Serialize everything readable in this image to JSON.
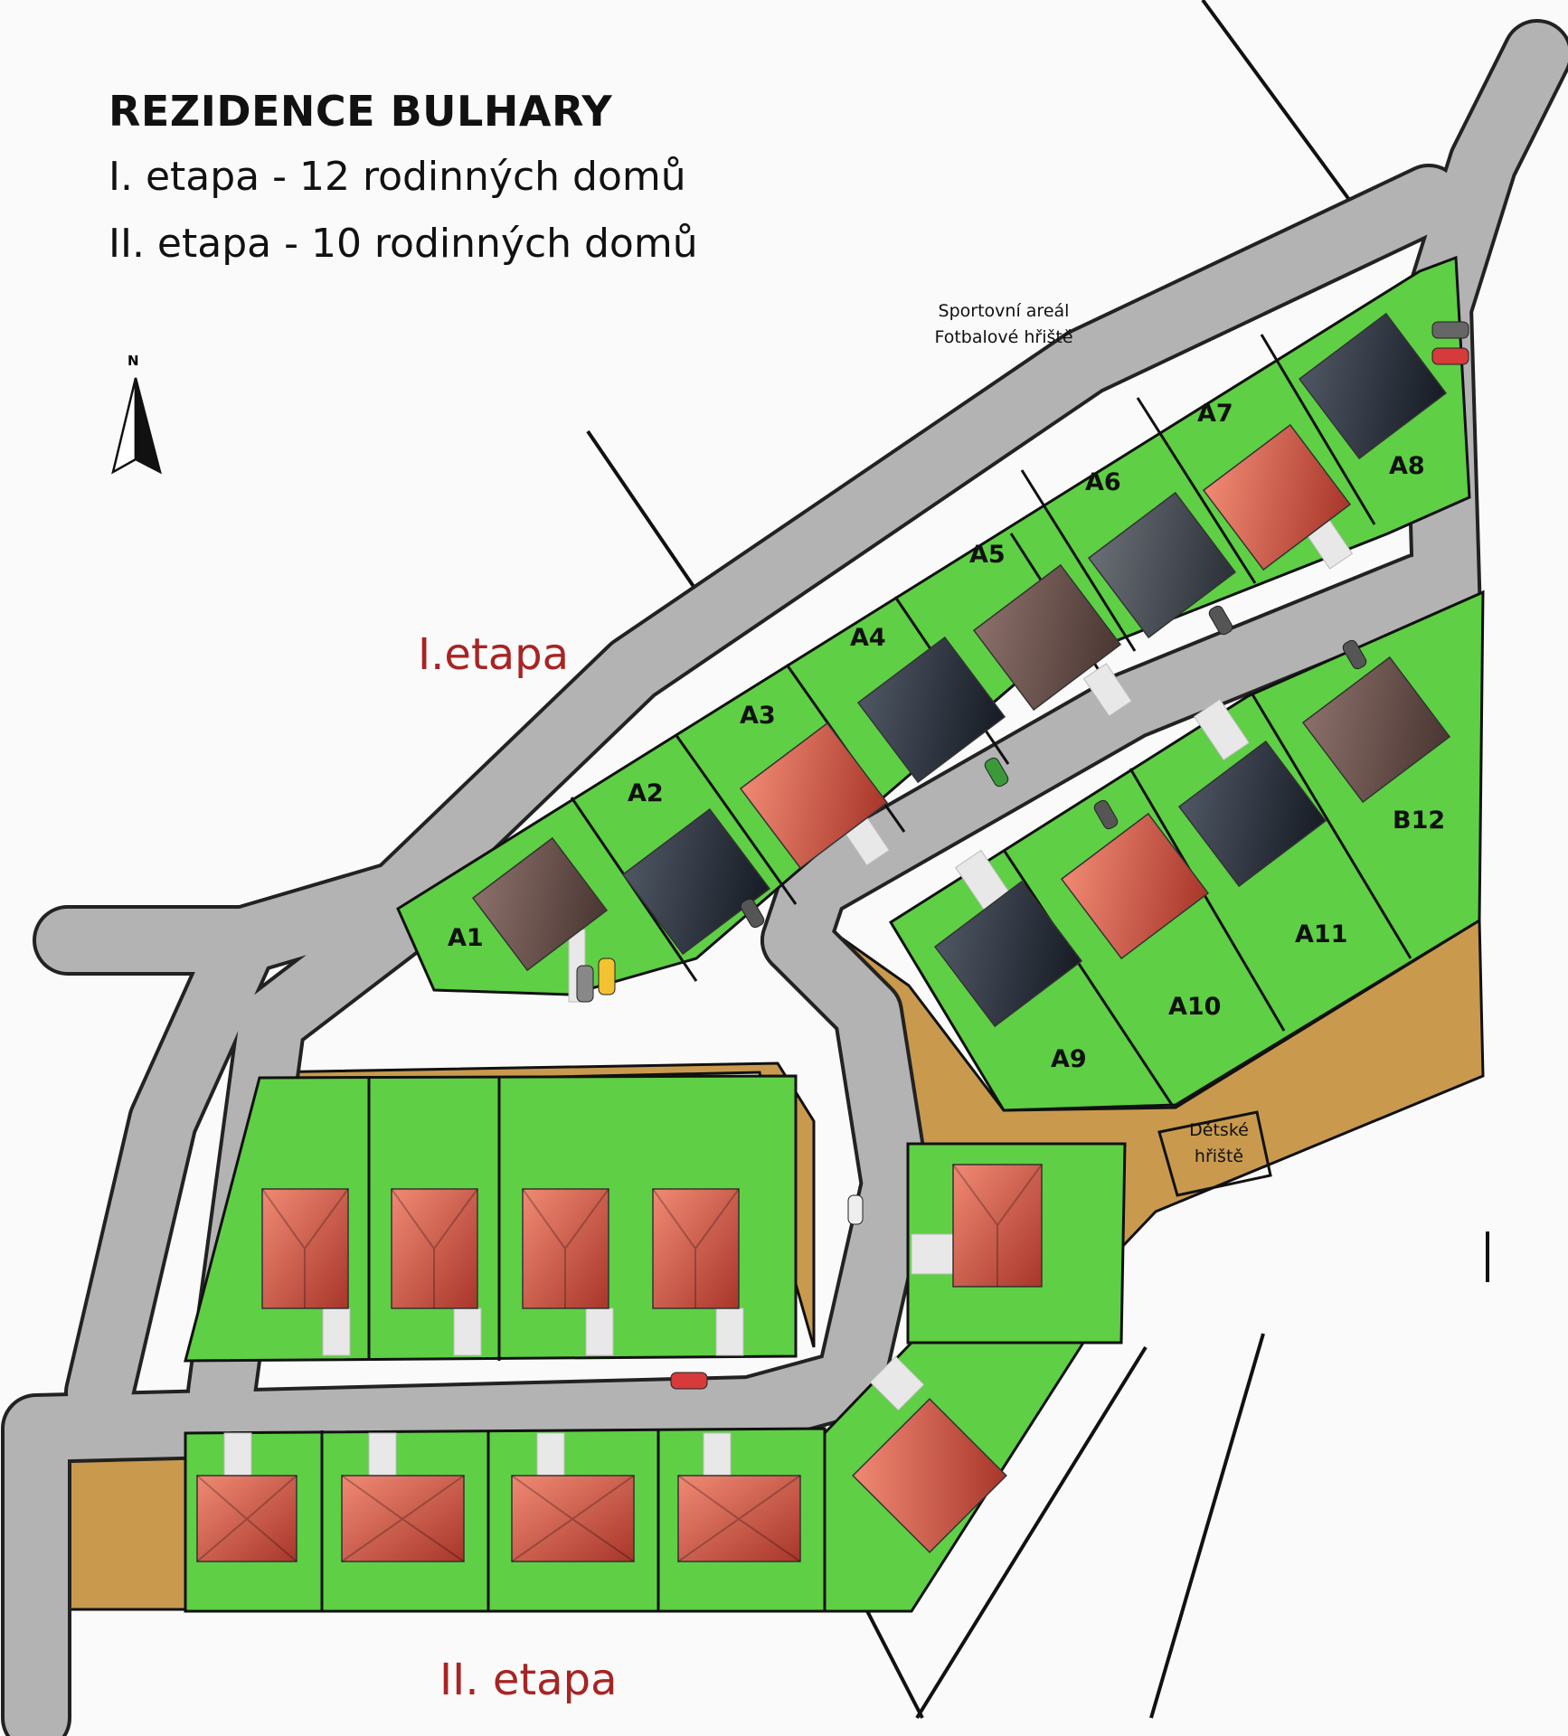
{
  "header": {
    "title": "REZIDENCE BULHARY",
    "line1": "I. etapa - 12 rodinných domů",
    "line2": "II. etapa - 10 rodinných domů"
  },
  "phases": {
    "phase1": "I.etapa",
    "phase2": "II. etapa"
  },
  "places": {
    "sports_line1": "Sportovní areál",
    "sports_line2": "Fotbalové hřiště",
    "playground_line1": "Dětské",
    "playground_line2": "hřiště"
  },
  "compass": {
    "north": "N",
    "icon": "north-arrow-icon"
  },
  "lots": {
    "A1": "A1",
    "A2": "A2",
    "A3": "A3",
    "A4": "A4",
    "A5": "A5",
    "A6": "A6",
    "A7": "A7",
    "A8": "A8",
    "A9": "A9",
    "A10": "A10",
    "A11": "A11",
    "B12": "B12"
  },
  "colors": {
    "grass": "#5fcf45",
    "road": "#b3b3b3",
    "dirt": "#c99a4e",
    "roof_terracotta": "#d9604a",
    "roof_dark_grey": "#2f3540",
    "roof_brown": "#6e5550",
    "phase_label": "#a82424"
  }
}
